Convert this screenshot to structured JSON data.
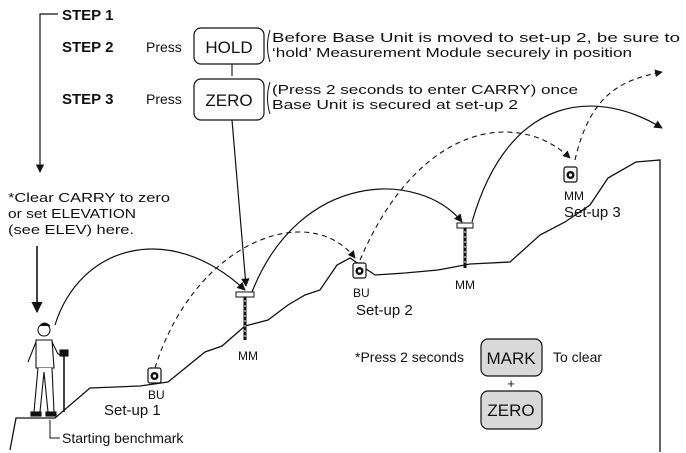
{
  "steps": {
    "step1": "STEP 1",
    "step2": "STEP 2",
    "step3": "STEP 3",
    "press": "Press"
  },
  "buttons": {
    "hold": "HOLD",
    "zero": "ZERO",
    "mark": "MARK",
    "zero2": "ZERO"
  },
  "notes": {
    "step2_line1": "Before Base Unit is moved to set-up 2, be sure to",
    "step2_line2": "‘hold’ Measurement Module securely in position",
    "step3_line1": "(Press 2 seconds to enter CARRY) once",
    "step3_line2": "Base Unit is secured at set-up 2",
    "clear_line1": "*Clear CARRY to zero",
    "clear_line2": "or set ELEVATION",
    "clear_line3": "(see ELEV) here.",
    "press2": "*Press 2 seconds",
    "to_clear": "To clear",
    "plus": "+"
  },
  "labels": {
    "bu1": "BU",
    "setup1": "Set-up 1",
    "mm1": "MM",
    "bu2": "BU",
    "setup2": "Set-up 2",
    "mm2": "MM",
    "mm3": "MM",
    "setup3": "Set-up 3",
    "benchmark": "Starting benchmark"
  },
  "icons": [
    "base-unit-icon",
    "measurement-module-icon",
    "surveyor-figure-icon"
  ]
}
